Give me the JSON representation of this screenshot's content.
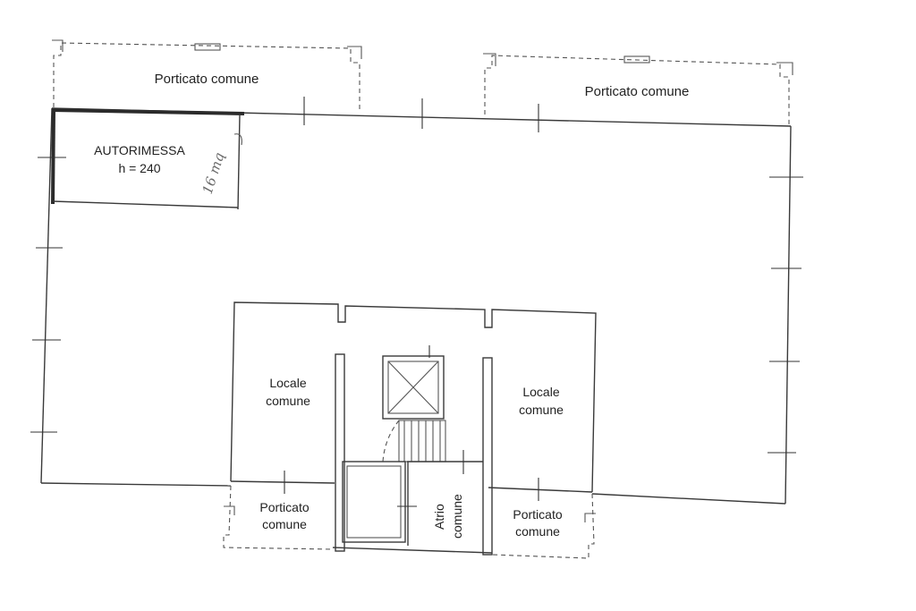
{
  "labels": {
    "porticato_top_left": "Porticato comune",
    "porticato_top_right": "Porticato comune",
    "autorimessa_name": "AUTORIMESSA",
    "autorimessa_height": "h = 240",
    "handwritten_note": "16 mq",
    "locale_left_line1": "Locale",
    "locale_left_line2": "comune",
    "locale_right_line1": "Locale",
    "locale_right_line2": "comune",
    "porticato_bottom_left_line1": "Porticato",
    "porticato_bottom_left_line2": "comune",
    "atrio_line1": "Atrio",
    "atrio_line2": "comune",
    "porticato_bottom_right_line1": "Porticato",
    "porticato_bottom_right_line2": "comune"
  }
}
